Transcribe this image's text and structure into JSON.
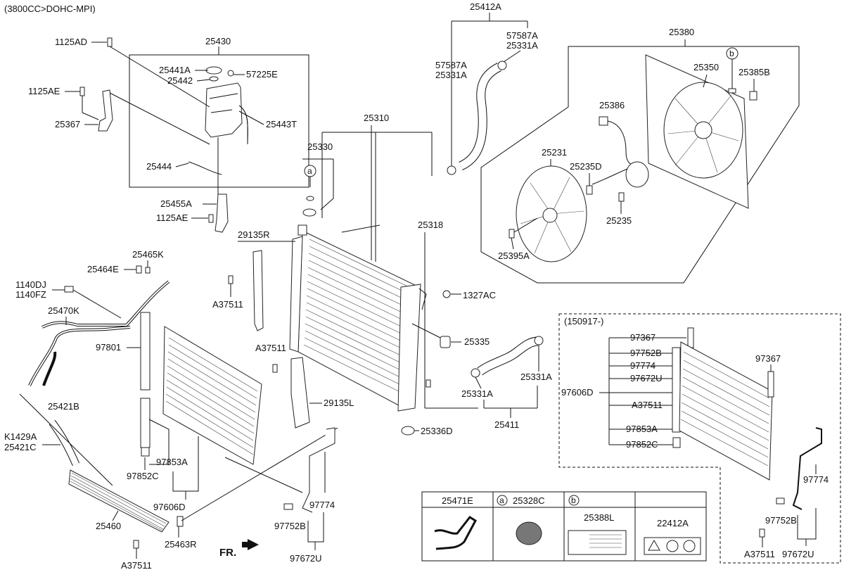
{
  "header": {
    "engine": "(3800CC>DOHC-MPI)"
  },
  "labels": {
    "p1125AD": "1125AD",
    "p25430": "25430",
    "p25441A": "25441A",
    "p25442": "25442",
    "p57225E": "57225E",
    "p1125AE_a": "1125AE",
    "p25367": "25367",
    "p25443T": "25443T",
    "p25444": "25444",
    "p25455A": "25455A",
    "p1125AE_b": "1125AE",
    "p25412A": "25412A",
    "p57587A_a": "57587A",
    "p25331A_a": "25331A",
    "p57587A_b": "57587A",
    "p25331A_b": "25331A",
    "p25310": "25310",
    "p25330": "25330",
    "p25318": "25318",
    "p29135R": "29135R",
    "pA37511_a": "A37511",
    "p1327AC": "1327AC",
    "p25335": "25335",
    "pA37511_b": "A37511",
    "p29135L": "29135L",
    "p25336D": "25336D",
    "p25331A_c": "25331A",
    "p25331A_d": "25331A",
    "p25411": "25411",
    "p25380": "25380",
    "p25350": "25350",
    "p25385B": "25385B",
    "p25386": "25386",
    "p25231": "25231",
    "p25235D": "25235D",
    "p25235": "25235",
    "p25395A": "25395A",
    "p25465K": "25465K",
    "p25464E": "25464E",
    "p1140DJ": "1140DJ",
    "p1140FZ": "1140FZ",
    "p25470K": "25470K",
    "p97801": "97801",
    "p25421B": "25421B",
    "p K1429A": "K1429A",
    "pK1429A": "K1429A",
    "p25421C": "25421C",
    "p97853A": "97853A",
    "p97852C": "97852C",
    "p97606D": "97606D",
    "p25460": "25460",
    "p25463R": "25463R",
    "pA37511_c": "A37511",
    "p97774": "97774",
    "p97752B": "97752B",
    "p97672U": "97672U",
    "pFR": "FR.",
    "n150917": "(150917-)",
    "n97367_a": "97367",
    "n97752B": "97752B",
    "n97774": "97774",
    "n97672U": "97672U",
    "n97606D": "97606D",
    "nA37511": "A37511",
    "n97853A": "97853A",
    "n97852C": "97852C",
    "n97367_b": "97367",
    "n97774_b": "97774",
    "n97752B_b": "97752B",
    "nA37511_b": "A37511",
    "n97672U_b": "97672U"
  },
  "legend": {
    "col1": "25471E",
    "col2_mark": "a",
    "col2": "25328C",
    "col3_mark": "b",
    "col3": "25388L",
    "col4": "22412A"
  }
}
